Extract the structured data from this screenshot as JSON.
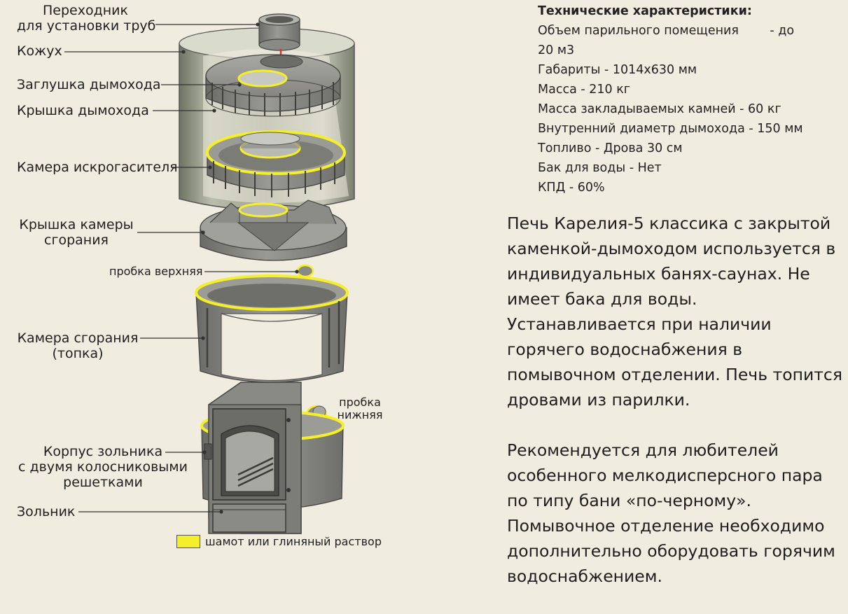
{
  "labels": {
    "adapter_line1": "Переходник",
    "adapter_line2": "для установки труб",
    "casing": "Кожух",
    "chimney_plug": "Заглушка дымохода",
    "chimney_lid": "Крышка дымохода",
    "spark_chamber": "Камера искрогасителя",
    "combustion_lid_line1": "Крышка камеры",
    "combustion_lid_line2": "сгорания",
    "upper_plug": "пробка верхняя",
    "combustion_chamber_line1": "Камера сгорания",
    "combustion_chamber_line2": "(топка)",
    "lower_plug_line1": "пробка",
    "lower_plug_line2": "нижняя",
    "ash_body_line1": "Корпус зольника",
    "ash_body_line2": "с двумя колосниковыми",
    "ash_body_line3": "решетками",
    "ash_pan": "Зольник",
    "legend": "шамот или глиняный раствор"
  },
  "specs": {
    "heading": "Технические характеристики:",
    "room_volume": "Объем парильного помещения        - до",
    "room_volume_cont": "20 м3",
    "dimensions": "Габариты - 1014х630 мм",
    "mass": "Масса - 210 кг",
    "stones_mass": "Масса закладываемых камней - 60 кг",
    "chimney_diameter": "Внутренний диаметр дымохода - 150 мм",
    "fuel": "Топливо - Дрова 30 см",
    "water_tank": "Бак для воды - Нет",
    "efficiency": "КПД - 60%"
  },
  "description": {
    "paragraph1": "Печь Карелия-5 классика с закрытой каменкой-дымоходом используется в индивидуальных банях-саунах. Не имеет бака для воды. Устанавливается при наличии горячего водоснабжения в помывочном отделении. Печь топится дровами из парилки.",
    "paragraph2": "Рекомендуется для любителей особенного мелкодисперсного пара по типу бани «по-черному». Помывочное отделение необходимо дополнительно оборудовать горячим водоснабжением."
  },
  "colors": {
    "background": "#f1ece0",
    "fireclay": "#f5ef2a",
    "cast_iron": "#8c8c88",
    "casing_metal": "#a7ab98"
  }
}
